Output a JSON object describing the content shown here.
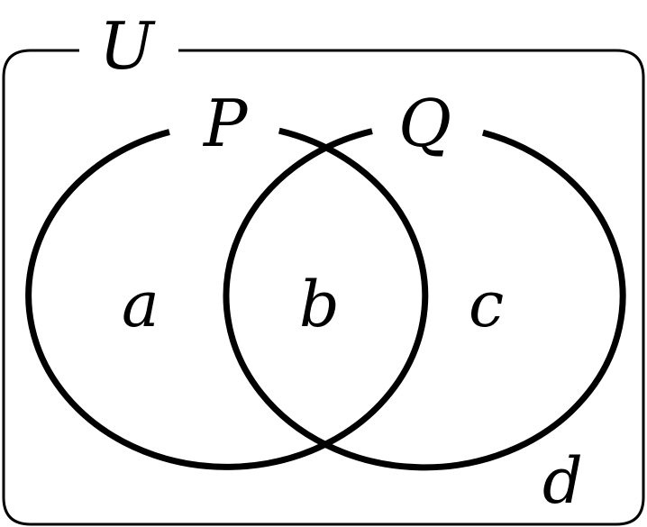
{
  "diagram": {
    "universe_label": "U",
    "sets": [
      {
        "label": "P"
      },
      {
        "label": "Q"
      }
    ],
    "regions": {
      "only_p": "a",
      "intersection": "b",
      "only_q": "c",
      "outside": "d"
    },
    "colors": {
      "stroke": "#000000",
      "background": "#ffffff"
    }
  }
}
